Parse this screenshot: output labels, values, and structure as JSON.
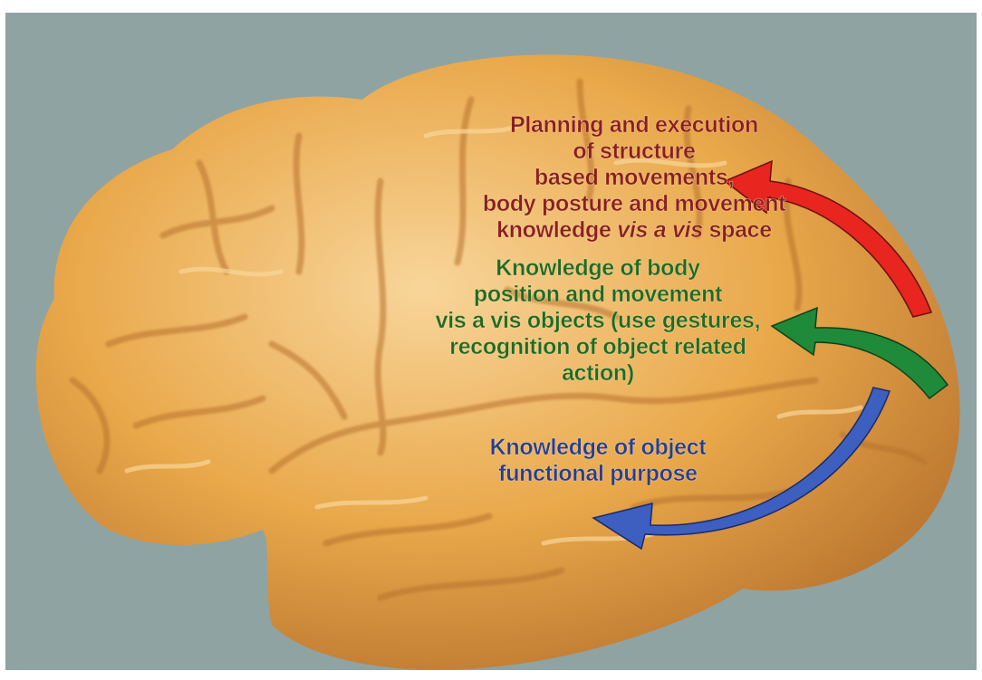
{
  "colors": {
    "background": "#8fa3a3",
    "brain_base": "#e9a84a",
    "brain_highlight": "#f8d59a",
    "brain_shadow": "#b8722e",
    "dorsal": "#8a1e1e",
    "ventro_dorsal": "#1f6a24",
    "ventral": "#2a3c8c",
    "arrow_red": "#e8251f",
    "arrow_green": "#1f8a3a",
    "arrow_blue": "#3c5fc0"
  },
  "labels": {
    "dorsal": {
      "line1": "Planning and execution",
      "line2": "of structure",
      "line3": "based movements,",
      "line4": "body posture and movement",
      "line5_pre": "knowledge ",
      "line5_em": "vis a vis",
      "line5_post": " space"
    },
    "ventro_dorsal": {
      "line1": "Knowledge of body",
      "line2": "position and movement",
      "line3": "vis a vis objects (use gestures,",
      "line4": "recognition of object related",
      "line5": "action)"
    },
    "ventral": {
      "line1": "Knowledge of object",
      "line2": "functional purpose"
    }
  },
  "icons": {
    "arrow_dorsal": "curved-arrow-red",
    "arrow_ventro_dorsal": "curved-arrow-green",
    "arrow_ventral": "curved-arrow-blue"
  }
}
